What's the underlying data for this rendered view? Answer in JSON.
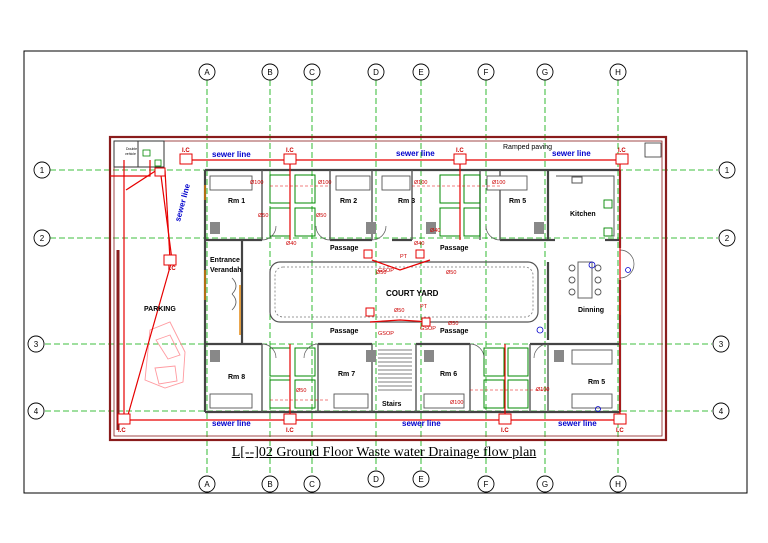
{
  "grid": {
    "columns": [
      "A",
      "B",
      "C",
      "D",
      "E",
      "F",
      "G",
      "H"
    ],
    "rows": [
      "1",
      "2",
      "3",
      "4"
    ]
  },
  "rooms": {
    "rm1": "Rm 1",
    "rm2": "Rm 2",
    "rm3": "Rm 3",
    "rm5_top": "Rm 5",
    "kitchen": "Kitchen",
    "entrance_1": "Entrance",
    "entrance_2": "Verandah",
    "court_yard": "COURT YARD",
    "dinning": "Dinning",
    "passage_tl": "Passage",
    "passage_tr": "Passage",
    "passage_bl": "Passage",
    "passage_br": "Passage",
    "rm8": "Rm 8",
    "rm7": "Rm 7",
    "stairs": "Stairs",
    "rm6": "Rm 6",
    "rm5_bottom": "Rm 5",
    "parking": "PARKING"
  },
  "labels": {
    "sewer_line": "sewer line",
    "ramped_paving": "Ramped paving",
    "ic": "I.C",
    "double_vehicle_1": "Double",
    "double_vehicle_2": "vehicle",
    "pipe_100": "Ø100",
    "pipe_50": "Ø50",
    "pipe_40": "Ø40",
    "pt": "PT",
    "gsop": "GSOP"
  },
  "colors": {
    "wall": "#8a1c1c",
    "sewer_pipe": "#e60000",
    "sewer_text": "#0000cc",
    "grid_line": "#00aa00",
    "fixture": "#008800"
  },
  "caption": "L[--]02 Ground  Floor Waste water Drainage flow plan"
}
